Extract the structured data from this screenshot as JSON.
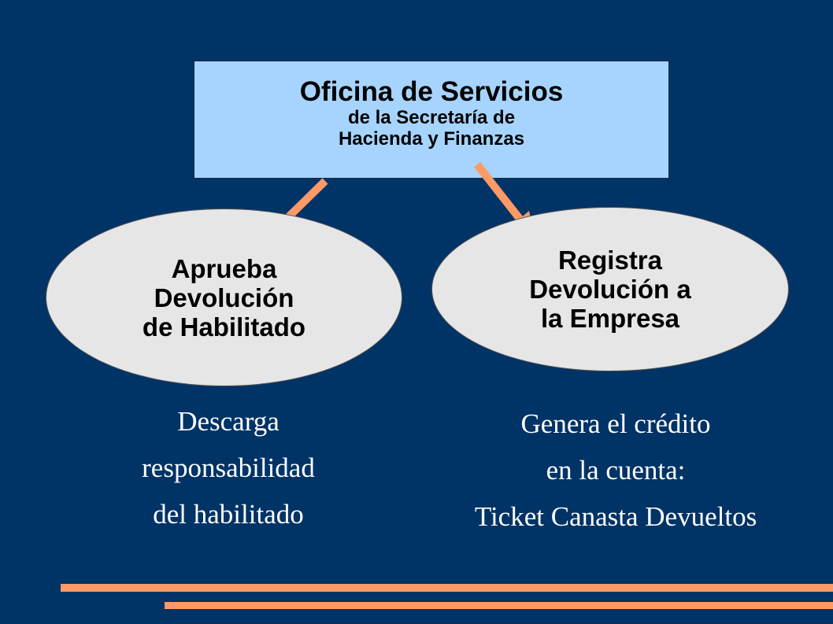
{
  "top_box": {
    "title": "Oficina de Servicios",
    "subtitle_line1": "de la Secretaría de",
    "subtitle_line2": "Hacienda y Finanzas"
  },
  "nodes": {
    "left": "Aprueba\nDevolución\nde Habilitado",
    "right": "Registra\nDevolución a\nla Empresa"
  },
  "captions": {
    "left": [
      "Descarga",
      "responsabilidad",
      "del habilitado"
    ],
    "right": [
      "Genera el crédito",
      "en la cuenta:",
      "Ticket Canasta Devueltos"
    ]
  },
  "colors": {
    "background": "#003366",
    "top_box": "#a6d4ff",
    "ellipse": "#e6e6e6",
    "arrow": "#ff9966",
    "stripe": "#ff9966"
  }
}
